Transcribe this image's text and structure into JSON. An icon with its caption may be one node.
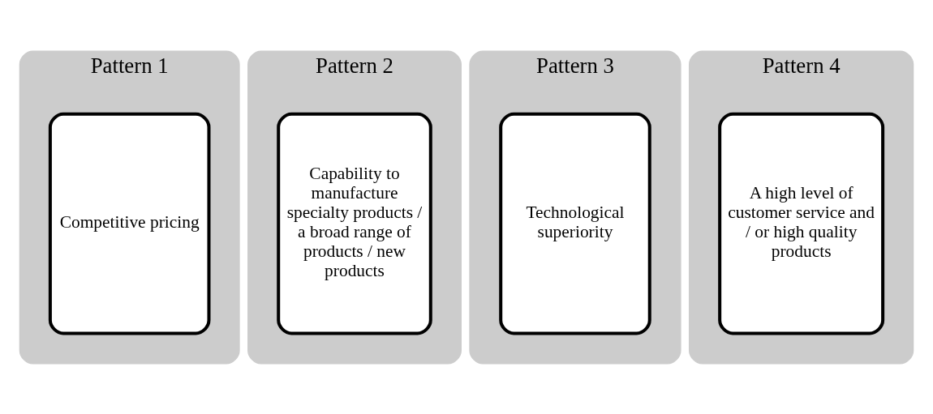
{
  "diagram": {
    "nodes": [
      {
        "text": [
          "Pattern 1"
        ]
      },
      {
        "text": [
          "Competitive pricing"
        ],
        "in": 0
      },
      {
        "text": [
          "Pattern 2"
        ]
      },
      {
        "text": [
          "Capability to manufacture specialty products / a broad range of products / new products"
        ],
        "in": 2
      },
      {
        "text": [
          "Pattern 3"
        ]
      },
      {
        "text": [
          "Technological superiority"
        ],
        "in": 4
      },
      {
        "text": [
          "Pattern 4"
        ]
      },
      {
        "text": [
          "A high level of customer service and / or high quality products"
        ],
        "in": 6
      }
    ]
  }
}
